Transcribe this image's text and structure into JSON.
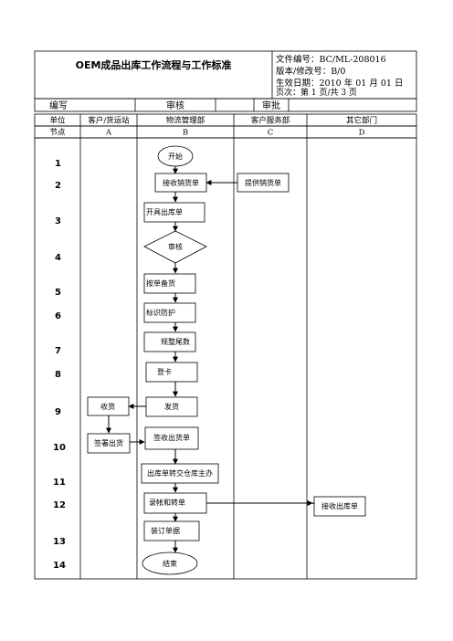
{
  "header": {
    "title": "OEM成品出库工作流程与工作标准",
    "doc_no": "文件编号：BC/ML-208016",
    "version": "版本/修改号：B/0",
    "effective_date": "生效日期：2010 年 01 月 01 日",
    "page_info": "页次：第 1 页/共 3 页"
  },
  "approval": {
    "prepared_label": "编写",
    "reviewed_label": "审核",
    "approved_label": "审批"
  },
  "columns": {
    "unit_label": "单位",
    "node_label": "节点",
    "units": [
      "客户/货运站",
      "物流管理部",
      "客户服务部",
      "其它部门"
    ],
    "codes": [
      "A",
      "B",
      "C",
      "D"
    ]
  },
  "steps": [
    "1",
    "2",
    "3",
    "4",
    "5",
    "6",
    "7",
    "8",
    "9",
    "10",
    "11",
    "12",
    "13",
    "14"
  ],
  "flow": {
    "start": "开始",
    "receive_sales_order": "接收销货单",
    "provide_sales_order": "提供销货单",
    "issue_outbound_order": "开具出库单",
    "review": "审核",
    "prepare_goods": "按单备货",
    "label_protect": "标识防护",
    "tidy_tail": "规整尾数",
    "register_card": "登卡",
    "ship": "发货",
    "receive_goods": "收货",
    "sign_outbound": "签收出货单",
    "sign_receipt": "签署出货",
    "transfer_order": "出库单转交仓库主办",
    "record_account": "录帐和转单",
    "receive_outbound": "接收出库单",
    "bind_documents": "装订单据",
    "end": "结束"
  }
}
